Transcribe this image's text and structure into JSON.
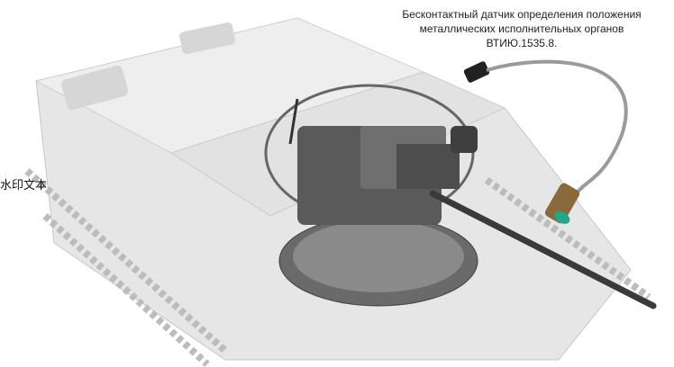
{
  "caption": {
    "line1": "Бесконтактный датчик определения положения",
    "line2": "металлических исполнительных органов",
    "line3": "ВТИЮ.1535.8."
  },
  "watermark": "水印文本",
  "colors": {
    "hull": "#d9d9d9",
    "turret": "#555555",
    "sensor_body": "#8a6a3a",
    "sensor_tip": "#1fa88a"
  }
}
